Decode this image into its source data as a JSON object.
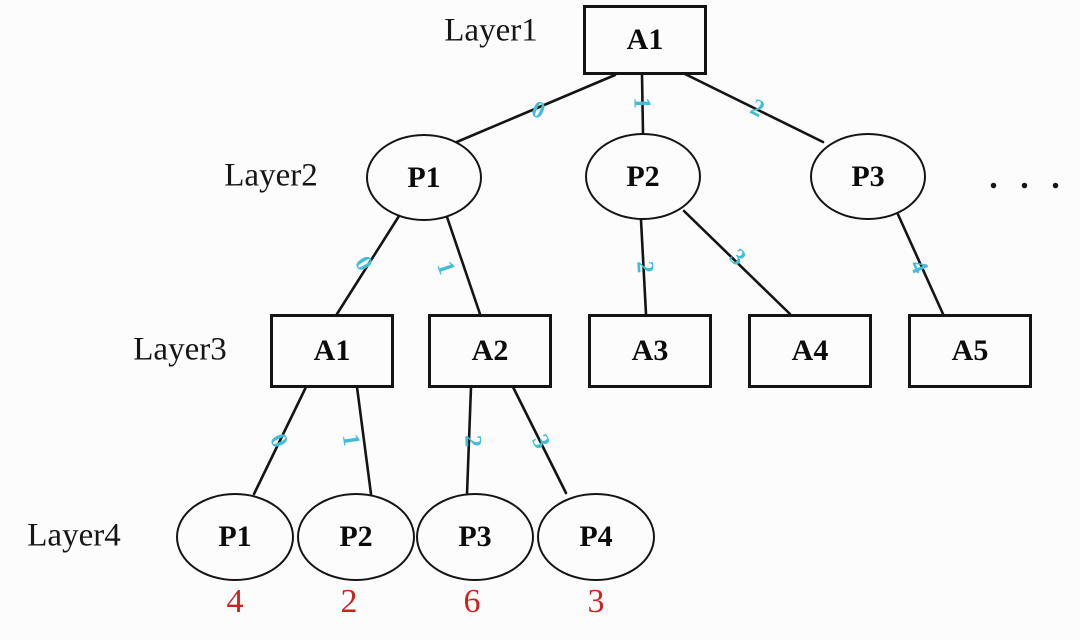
{
  "layer_labels": {
    "layer1": "Layer1",
    "layer2": "Layer2",
    "layer3": "Layer3",
    "layer4": "Layer4"
  },
  "nodes": {
    "layer1": {
      "a1": "A1"
    },
    "layer2": {
      "p1": "P1",
      "p2": "P2",
      "p3": "P3",
      "more": ". . ."
    },
    "layer3": {
      "a1": "A1",
      "a2": "A2",
      "a3": "A3",
      "a4": "A4",
      "a5": "A5"
    },
    "layer4": {
      "p1": "P1",
      "p2": "P2",
      "p3": "P3",
      "p4": "P4"
    }
  },
  "edge_labels": {
    "l1_l2": {
      "a1_to_p1": "0",
      "a1_to_p2": "1",
      "a1_to_p3": "2"
    },
    "l2_l3": {
      "p1_to_a1": "0",
      "p1_to_a2": "1",
      "p2_to_a3": "2",
      "p2_to_a4": "3",
      "p3_to_a5": "4"
    },
    "l3_l4": {
      "a1_to_p1": "0",
      "a1_to_p2": "1",
      "a2_to_p3": "2",
      "a2_to_p4": "3"
    }
  },
  "leaf_counts": {
    "p1": "4",
    "p2": "2",
    "p3": "6",
    "p4": "3"
  },
  "colors": {
    "line": "#141414",
    "edge_label": "#41bdd8",
    "leaf_count": "#cb2420"
  }
}
